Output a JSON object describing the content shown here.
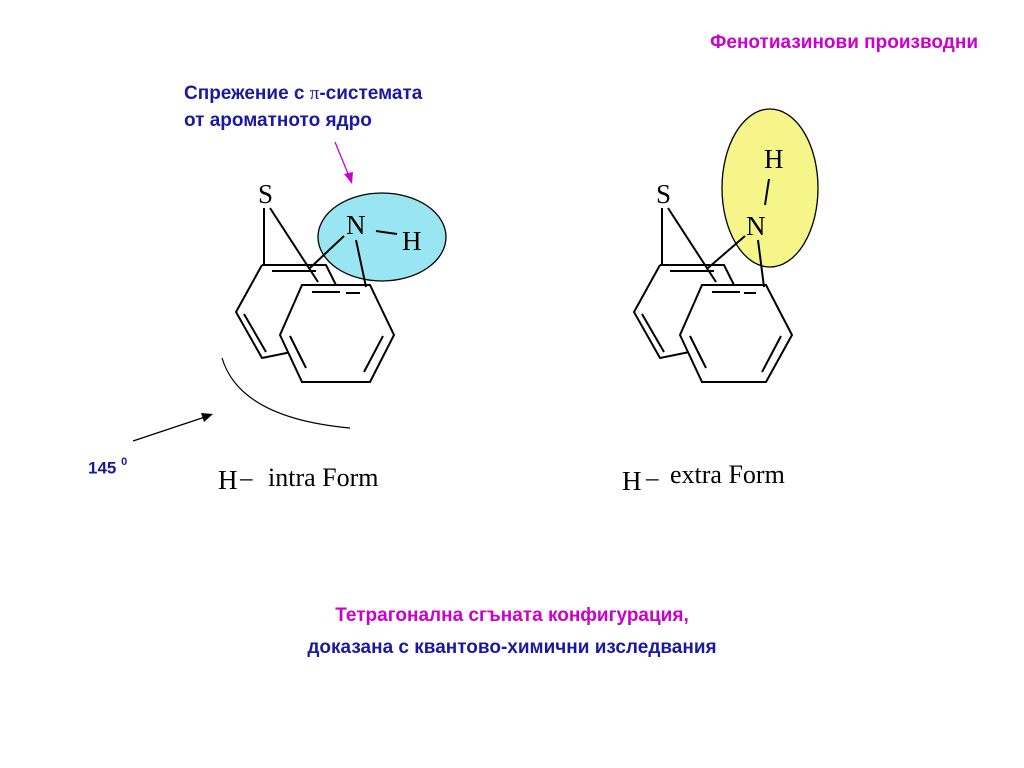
{
  "title": "Фенотиазинови производни",
  "conjugation_label": {
    "line1_before": "Спрежение с ",
    "pi_symbol": "π",
    "line1_after": "-системата",
    "line2": "от ароматното ядро"
  },
  "angle": {
    "value": "145",
    "superscript": "0"
  },
  "intra": {
    "S": "S",
    "N": "N",
    "H": "H",
    "bond": "–",
    "label_h": "H",
    "label_form": "intra Form"
  },
  "extra": {
    "S": "S",
    "N": "N",
    "H": "H",
    "bond": "–",
    "label_h": "H",
    "label_form": "extra Form"
  },
  "footer": {
    "line1": "Тетрагонална сгъната конфигурация,",
    "line2": "доказана с квантово-химични изследвания"
  },
  "colors": {
    "title": "#cc00cc",
    "conjugation": "#1a1aa0",
    "angle": "#1a1aa0",
    "footer_line1": "#cc00cc",
    "footer_line2": "#1a1aa0",
    "intra_ellipse": "#99e6f2",
    "extra_ellipse": "#f5f58a",
    "arrow_pointer": "#cc00cc"
  }
}
